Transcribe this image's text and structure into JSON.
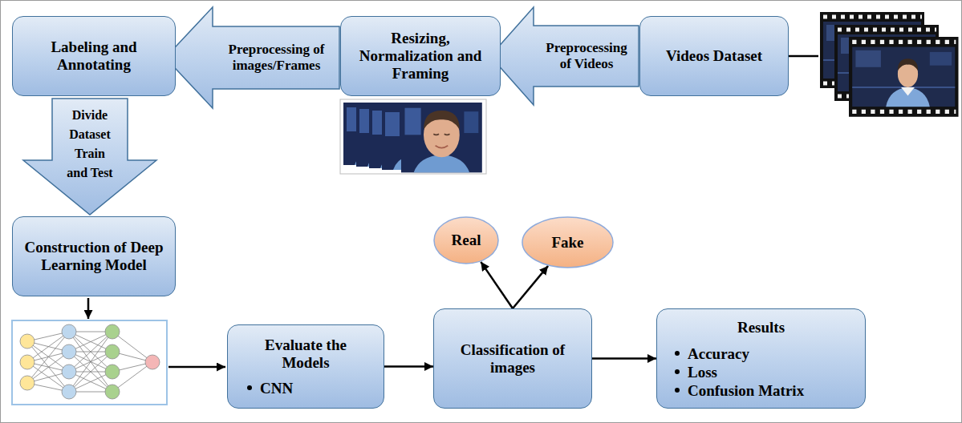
{
  "diagram": {
    "nodes": [
      {
        "text": [
          "Videos Dataset"
        ]
      },
      {
        "text": [
          "Preprocessing of Videos"
        ]
      },
      {
        "text": [
          "Resizing, Normalization and Framing"
        ]
      },
      {
        "text": [
          "Preprocessing of images/Frames"
        ]
      },
      {
        "text": [
          "Labeling and Annotating"
        ]
      },
      {
        "text": [
          "Divide Dataset Train and Test"
        ]
      },
      {
        "text": [
          "Construction of Deep Learning Model"
        ]
      },
      {
        "text": [
          "Evaluate the Models",
          "CNN"
        ]
      },
      {
        "text": [
          "Classification of images"
        ]
      },
      {
        "text": [
          "Real"
        ]
      },
      {
        "text": [
          "Fake"
        ]
      },
      {
        "text": [
          "Results",
          "Accuracy",
          "Loss",
          "Confusion Matrix"
        ]
      }
    ],
    "edges": [
      {
        "from": 7,
        "to": 8,
        "arrow": "to"
      },
      {
        "from": 8,
        "to": 9,
        "arrow": "to"
      },
      {
        "from": 8,
        "to": 10,
        "arrow": "to"
      },
      {
        "from": 8,
        "to": 11,
        "arrow": "to"
      }
    ]
  }
}
